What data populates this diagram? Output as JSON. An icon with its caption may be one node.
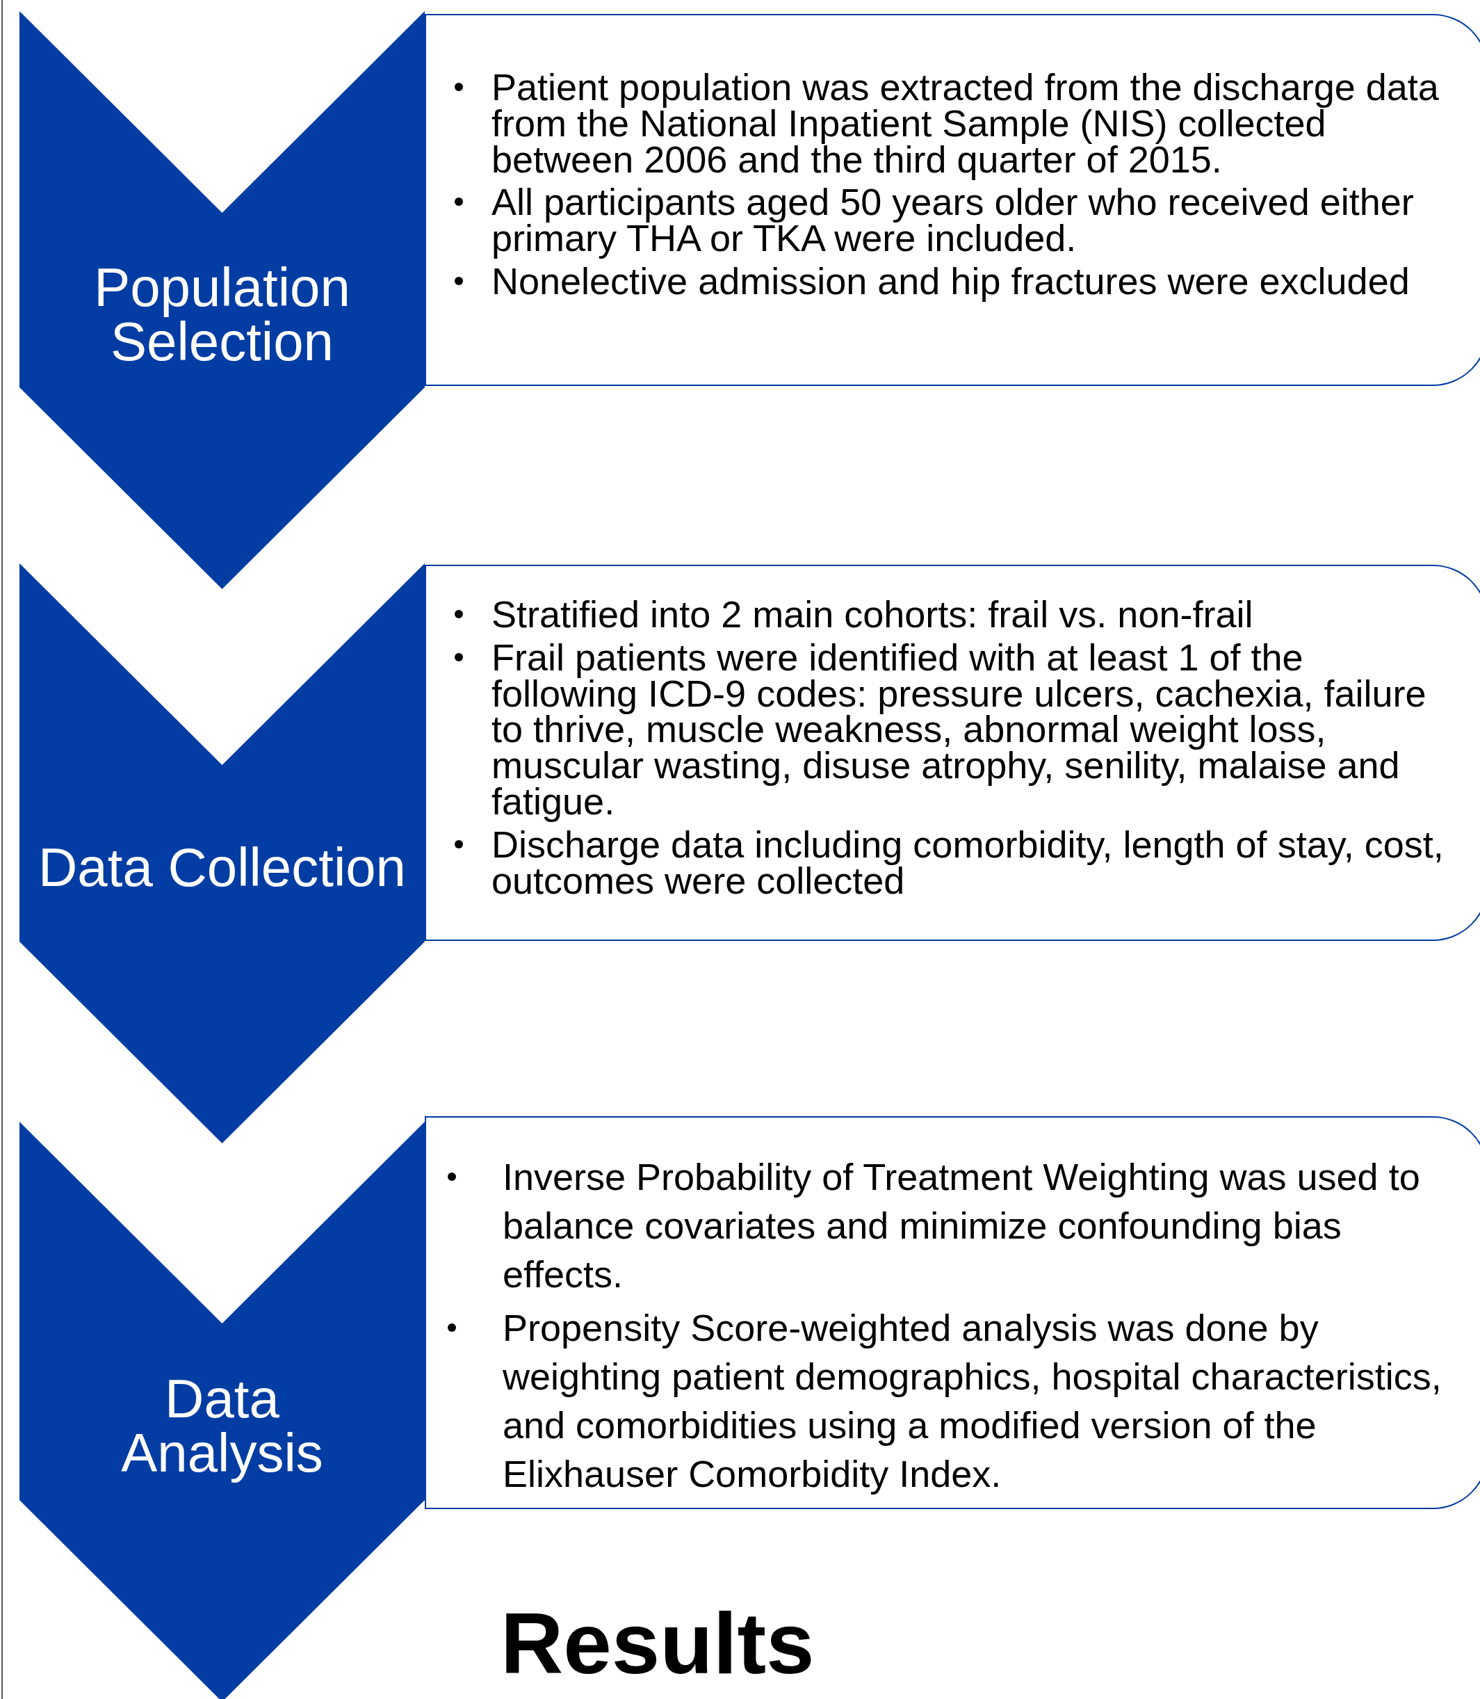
{
  "diagram": {
    "nodes": [
      {
        "text": [
          "Population Selection"
        ]
      },
      {
        "text": [
          "Patient population was extracted from the discharge data from the National Inpatient Sample (NIS) collected between 2006 and the third quarter of 2015.",
          "All participants aged 50 years older who received either primary THA or TKA were included.",
          "Nonelective admission and hip fractures were excluded"
        ]
      },
      {
        "text": [
          "Data Collection"
        ]
      },
      {
        "text": [
          "Stratified into 2 main cohorts: frail vs. non-frail",
          "Frail patients were identified with at least 1 of the following ICD-9 codes: pressure ulcers, cachexia, failure to thrive, muscle weakness, abnormal weight loss, muscular wasting, disuse atrophy, senility, malaise and fatigue.",
          "Discharge data including comorbidity, length of stay, cost, outcomes were collected"
        ]
      },
      {
        "text": [
          "Data Analysis"
        ]
      },
      {
        "text": [
          "Inverse Probability of Treatment Weighting was used to balance covariates and minimize confounding bias effects.",
          "Propensity Score-weighted analysis was done by weighting patient demographics, hospital characteristics, and comorbidities using a modified version of the Elixhauser Comorbidity Index."
        ]
      }
    ],
    "labels": [
      "Results"
    ]
  }
}
